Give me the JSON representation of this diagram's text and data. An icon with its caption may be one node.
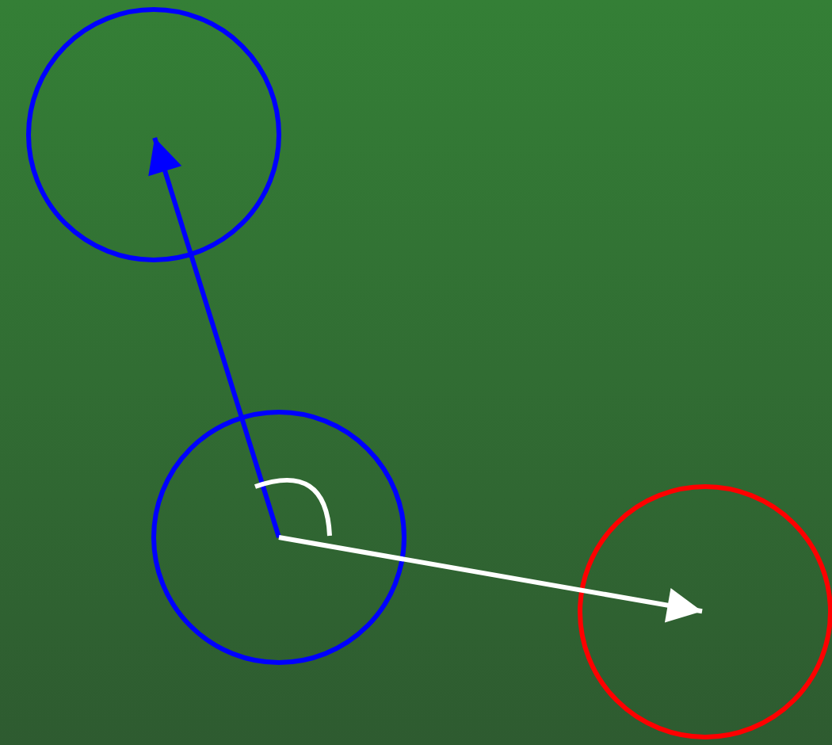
{
  "diagram": {
    "nodes": [
      {
        "text": [],
        "shape": "circle"
      },
      {
        "text": [],
        "shape": "circle"
      },
      {
        "text": [],
        "shape": "circle"
      }
    ],
    "edges": [
      {
        "from": 1,
        "to": 0,
        "arrow": "to",
        "color": "#0000ff"
      },
      {
        "from": 1,
        "to": 2,
        "arrow": "to",
        "color": "#ffffff"
      }
    ]
  }
}
